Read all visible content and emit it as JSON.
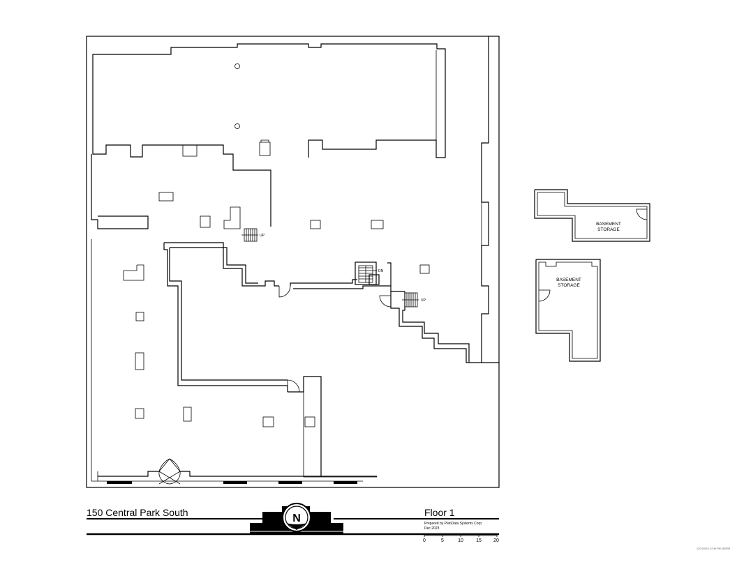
{
  "title_block": {
    "building_name": "150 Central Park South",
    "floor_name": "Floor 1",
    "prepared_by": "Prepared by PlanData Systems Corp.",
    "date": "Dec 2023",
    "scale_labels": [
      "0",
      "5",
      "10",
      "15",
      "20"
    ],
    "north_label": "N"
  },
  "rooms": {
    "basement_storage_1": [
      "BASEMENT",
      "STORAGE"
    ],
    "basement_storage_2": [
      "BASEMENT",
      "STORAGE"
    ]
  },
  "stairs": {
    "stair_1": "UP",
    "stair_2": "DN",
    "stair_3": "UP"
  },
  "print_stamp": "12/1/2023   1:47:49 PM   1603PB"
}
